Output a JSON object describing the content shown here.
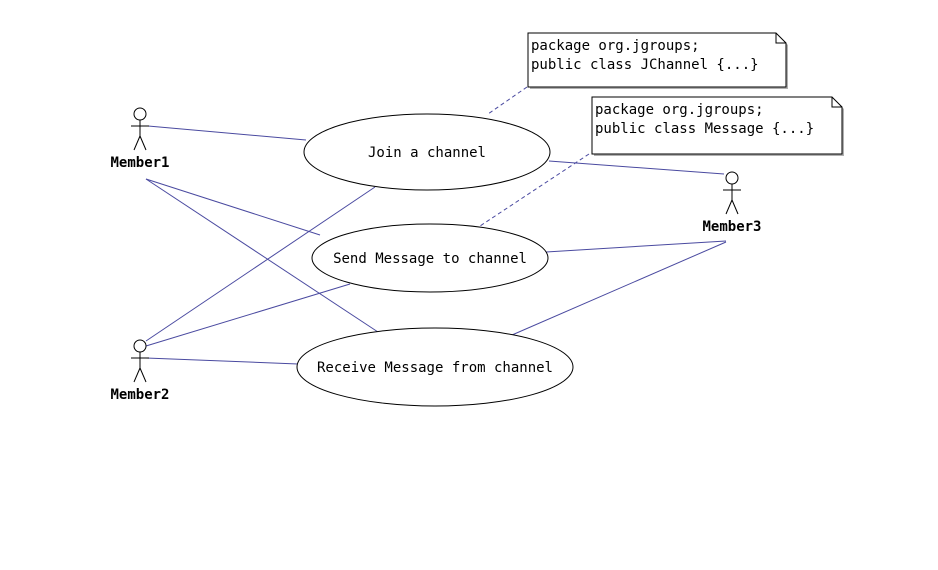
{
  "colors": {
    "association": "#4a4aa0",
    "outline": "#000000",
    "background": "#ffffff",
    "note_fill": "#ffffff",
    "note_shadow": "#b0b0b0"
  },
  "actors": [
    {
      "id": "member1",
      "label": "Member1"
    },
    {
      "id": "member2",
      "label": "Member2"
    },
    {
      "id": "member3",
      "label": "Member3"
    }
  ],
  "use_cases": [
    {
      "id": "join",
      "label": "Join a channel"
    },
    {
      "id": "send",
      "label": "Send Message to channel"
    },
    {
      "id": "receive",
      "label": "Receive Message from channel"
    }
  ],
  "notes": [
    {
      "id": "note-jchannel",
      "lines": [
        "package org.jgroups;",
        "public class JChannel {...}"
      ]
    },
    {
      "id": "note-message",
      "lines": [
        "package org.jgroups;",
        "public class Message {...}"
      ]
    }
  ],
  "associations": [
    {
      "from": "member1",
      "to": "join"
    },
    {
      "from": "member1",
      "to": "send"
    },
    {
      "from": "member1",
      "to": "receive"
    },
    {
      "from": "member2",
      "to": "join"
    },
    {
      "from": "member2",
      "to": "send"
    },
    {
      "from": "member2",
      "to": "receive"
    },
    {
      "from": "member3",
      "to": "join"
    },
    {
      "from": "member3",
      "to": "send"
    },
    {
      "from": "member3",
      "to": "receive"
    }
  ],
  "note_links": [
    {
      "note": "note-jchannel",
      "to": "join"
    },
    {
      "note": "note-message",
      "to": "send"
    }
  ]
}
